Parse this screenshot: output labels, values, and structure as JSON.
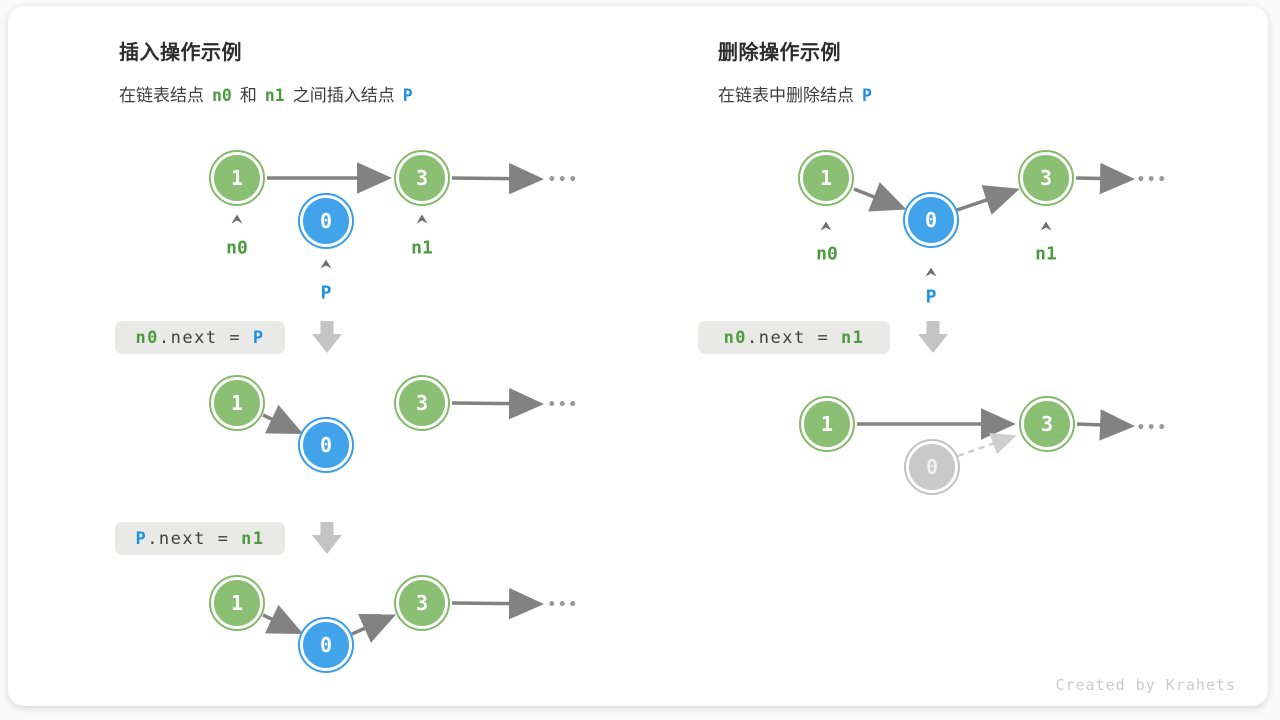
{
  "credit": "Created by Krahets",
  "ellipsis": "•••",
  "colors": {
    "node_green": "#8bbf74",
    "node_blue": "#41a3e9",
    "node_gray": "#c9c9c9",
    "label_green": "#4d9b3f",
    "label_blue": "#1e90e0",
    "arrow_gray": "#828282",
    "code_box_bg": "#e9e9e7"
  },
  "node_values": {
    "v1": "1",
    "v3": "3",
    "v0": "0"
  },
  "node_labels": {
    "n0": "n0",
    "n1": "n1",
    "p": "P"
  },
  "insert_section": {
    "title": "插入操作示例",
    "subtitle": {
      "p1": "在链表结点",
      "t1": "n0",
      "p2": "和",
      "t2": "n1",
      "p3": "之间插入结点",
      "t3": "P"
    },
    "code_step1": {
      "tok1": "n0",
      "mid": ".next = ",
      "tok2": "P"
    },
    "code_step2": {
      "tok1": "P",
      "mid": ".next = ",
      "tok2": "n1"
    }
  },
  "delete_section": {
    "title": "删除操作示例",
    "subtitle": {
      "p1": "在链表中删除结点",
      "t1": "P"
    },
    "code_step1": {
      "tok1": "n0",
      "mid": ".next = ",
      "tok2": "n1"
    }
  }
}
